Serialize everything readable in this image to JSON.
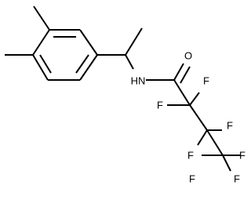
{
  "structure": {
    "atoms": [
      {
        "symbol": "HN",
        "id": "N"
      },
      {
        "symbol": "O",
        "id": "O"
      },
      {
        "symbol": "F",
        "id": "F1"
      },
      {
        "symbol": "F",
        "id": "F2"
      },
      {
        "symbol": "F",
        "id": "F3"
      },
      {
        "symbol": "F",
        "id": "F4"
      },
      {
        "symbol": "F",
        "id": "F5"
      },
      {
        "symbol": "F",
        "id": "F6"
      },
      {
        "symbol": "F",
        "id": "F7"
      }
    ]
  }
}
